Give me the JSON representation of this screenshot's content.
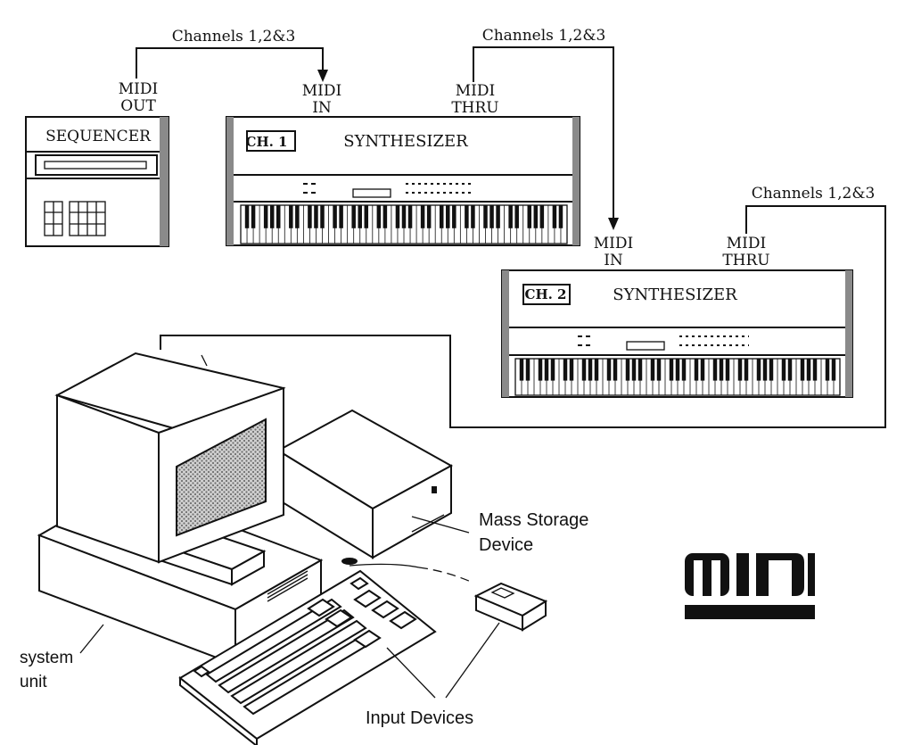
{
  "cables": {
    "seq_to_synth1": "Channels 1,2&3",
    "synth1_to_synth2": "Channels 1,2&3",
    "synth2_out": "Channels 1,2&3"
  },
  "ports": {
    "seq_midi_out": [
      "MIDI",
      "OUT"
    ],
    "synth1_midi_in": [
      "MIDI",
      "IN"
    ],
    "synth1_midi_thru": [
      "MIDI",
      "THRU"
    ],
    "synth2_midi_in": [
      "MIDI",
      "IN"
    ],
    "synth2_midi_thru": [
      "MIDI",
      "THRU"
    ]
  },
  "devices": {
    "sequencer": "SEQUENCER",
    "synth1": {
      "channel": "CH. 1",
      "name": "SYNTHESIZER"
    },
    "synth2": {
      "channel": "CH. 2",
      "name": "SYNTHESIZER"
    }
  },
  "computer_labels": {
    "mass_storage": [
      "Mass Storage",
      "Device"
    ],
    "system_unit": [
      "system",
      "unit"
    ],
    "input_devices": "Input Devices"
  },
  "logo": "MIDI"
}
